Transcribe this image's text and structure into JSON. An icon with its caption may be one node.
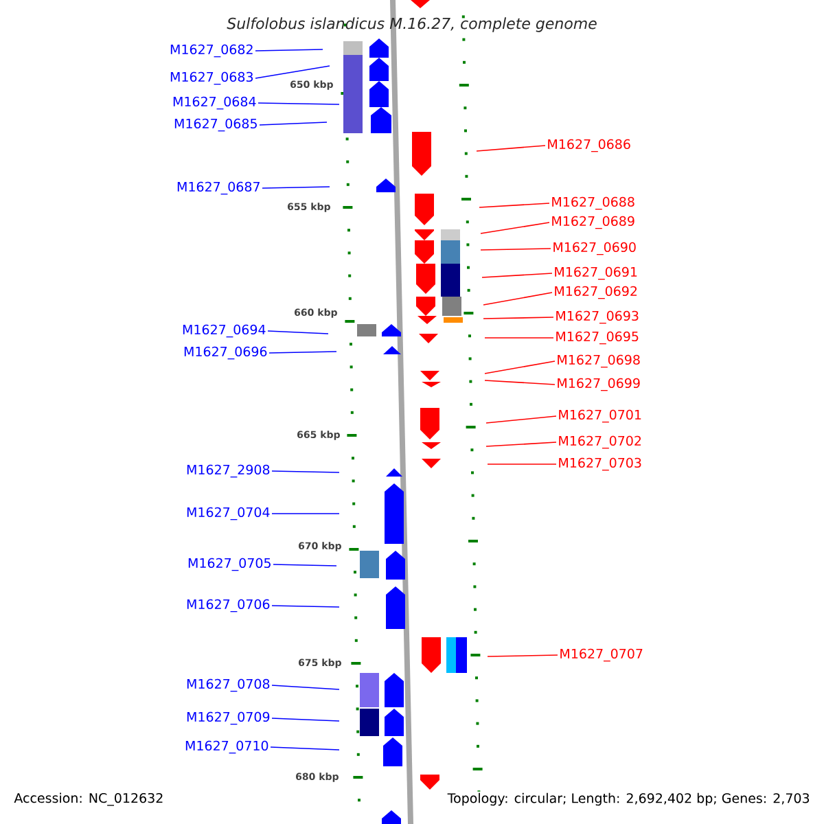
{
  "diagram": {
    "title": "Sulfolobus islandicus M.16.27, complete genome",
    "nodes": [
      {
        "text": [
          "M1627_0682"
        ]
      },
      {
        "text": [
          "M1627_0683"
        ]
      },
      {
        "text": [
          "M1627_0684"
        ]
      },
      {
        "text": [
          "M1627_0685"
        ]
      },
      {
        "text": [
          "M1627_0686"
        ]
      },
      {
        "text": [
          "M1627_0687"
        ]
      },
      {
        "text": [
          "M1627_0688"
        ]
      },
      {
        "text": [
          "M1627_0689"
        ]
      },
      {
        "text": [
          "M1627_0690"
        ]
      },
      {
        "text": [
          "M1627_0691"
        ]
      },
      {
        "text": [
          "M1627_0692"
        ]
      },
      {
        "text": [
          "M1627_0693"
        ]
      },
      {
        "text": [
          "M1627_0694"
        ]
      },
      {
        "text": [
          "M1627_0695"
        ]
      },
      {
        "text": [
          "M1627_0696"
        ]
      },
      {
        "text": [
          "M1627_0698"
        ]
      },
      {
        "text": [
          "M1627_0699"
        ]
      },
      {
        "text": [
          "M1627_0701"
        ]
      },
      {
        "text": [
          "M1627_0702"
        ]
      },
      {
        "text": [
          "M1627_0703"
        ]
      },
      {
        "text": [
          "M1627_2908"
        ]
      },
      {
        "text": [
          "M1627_0704"
        ]
      },
      {
        "text": [
          "M1627_0705"
        ]
      },
      {
        "text": [
          "M1627_0706"
        ]
      },
      {
        "text": [
          "M1627_0707"
        ]
      },
      {
        "text": [
          "M1627_0708"
        ]
      },
      {
        "text": [
          "M1627_0709"
        ]
      },
      {
        "text": [
          "M1627_0710"
        ]
      }
    ],
    "edges": [
      {
        "from": 0,
        "to": null,
        "arrow": "none",
        "color": "#0000ff"
      },
      {
        "from": 1,
        "to": null,
        "arrow": "none",
        "color": "#0000ff"
      },
      {
        "from": 2,
        "to": null,
        "arrow": "none",
        "color": "#0000ff"
      },
      {
        "from": 3,
        "to": null,
        "arrow": "none",
        "color": "#0000ff"
      },
      {
        "from": 4,
        "to": null,
        "arrow": "none",
        "color": "#ff0000"
      },
      {
        "from": 5,
        "to": null,
        "arrow": "none",
        "color": "#0000ff"
      },
      {
        "from": 6,
        "to": null,
        "arrow": "none",
        "color": "#ff0000"
      },
      {
        "from": 7,
        "to": null,
        "arrow": "none",
        "color": "#ff0000"
      },
      {
        "from": 8,
        "to": null,
        "arrow": "none",
        "color": "#ff0000"
      },
      {
        "from": 9,
        "to": null,
        "arrow": "none",
        "color": "#ff0000"
      },
      {
        "from": 10,
        "to": null,
        "arrow": "none",
        "color": "#ff0000"
      },
      {
        "from": 11,
        "to": null,
        "arrow": "none",
        "color": "#ff0000"
      },
      {
        "from": 12,
        "to": null,
        "arrow": "none",
        "color": "#0000ff"
      },
      {
        "from": 13,
        "to": null,
        "arrow": "none",
        "color": "#ff0000"
      },
      {
        "from": 14,
        "to": null,
        "arrow": "none",
        "color": "#0000ff"
      },
      {
        "from": 15,
        "to": null,
        "arrow": "none",
        "color": "#ff0000"
      },
      {
        "from": 16,
        "to": null,
        "arrow": "none",
        "color": "#ff0000"
      },
      {
        "from": 17,
        "to": null,
        "arrow": "none",
        "color": "#ff0000"
      },
      {
        "from": 18,
        "to": null,
        "arrow": "none",
        "color": "#ff0000"
      },
      {
        "from": 19,
        "to": null,
        "arrow": "none",
        "color": "#ff0000"
      },
      {
        "from": 20,
        "to": null,
        "arrow": "none",
        "color": "#0000ff"
      },
      {
        "from": 21,
        "to": null,
        "arrow": "none",
        "color": "#0000ff"
      },
      {
        "from": 22,
        "to": null,
        "arrow": "none",
        "color": "#0000ff"
      },
      {
        "from": 23,
        "to": null,
        "arrow": "none",
        "color": "#0000ff"
      },
      {
        "from": 24,
        "to": null,
        "arrow": "none",
        "color": "#ff0000"
      },
      {
        "from": 25,
        "to": null,
        "arrow": "none",
        "color": "#0000ff"
      },
      {
        "from": 26,
        "to": null,
        "arrow": "none",
        "color": "#0000ff"
      },
      {
        "from": 27,
        "to": null,
        "arrow": "none",
        "color": "#0000ff"
      }
    ],
    "labels": [
      "650 kbp",
      "655 kbp",
      "660 kbp",
      "665 kbp",
      "670 kbp",
      "675 kbp",
      "680 kbp",
      "Accession: NC_012632",
      "Topology: circular; Length: 2,692,402 bp; Genes: 2,703"
    ]
  }
}
